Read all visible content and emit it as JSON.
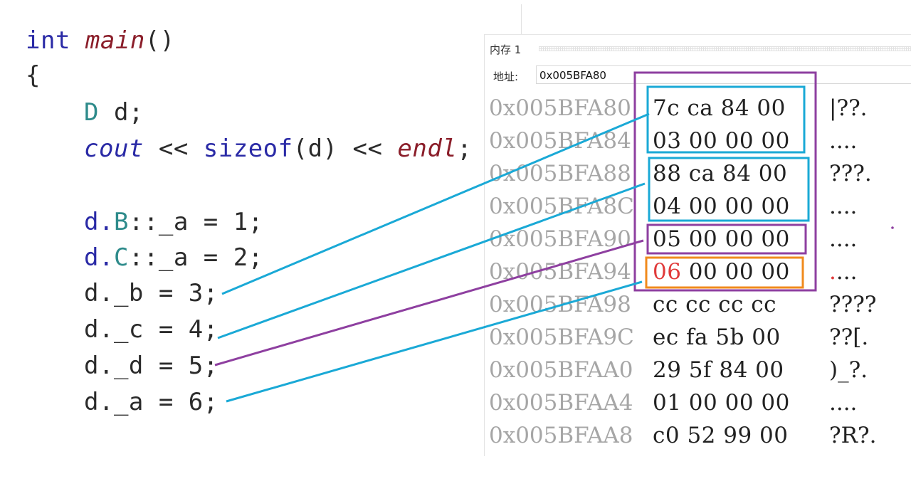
{
  "code": {
    "lines": [
      {
        "kw": "int",
        "fn": "main",
        "rest": "()"
      },
      {
        "text": "{"
      },
      {
        "type": "D",
        "rest": " d;"
      },
      {
        "obj": "cout",
        "op1": " << ",
        "kw": "sizeof",
        "mid": "(d) << ",
        "fn": "endl",
        "end": ";"
      },
      {
        "a": "d.",
        "ty": "B",
        "b": "::_a = 1;"
      },
      {
        "a": "d.",
        "ty": "C",
        "b": "::_a = 2;"
      },
      {
        "text": "d._b = 3;"
      },
      {
        "text": "d._c = 4;"
      },
      {
        "text": "d._d = 5;"
      },
      {
        "text": "d._a = 6;"
      }
    ]
  },
  "memory": {
    "title": "内存 1",
    "address_label": "地址:",
    "address_value": "0x005BFA80",
    "rows": [
      {
        "addr": "0x005BFA80",
        "bytes": "7c ca 84 00",
        "ascii": "|??."
      },
      {
        "addr": "0x005BFA84",
        "bytes": "03 00 00 00",
        "ascii": "...."
      },
      {
        "addr": "0x005BFA88",
        "bytes": "88 ca 84 00",
        "ascii": "???."
      },
      {
        "addr": "0x005BFA8C",
        "bytes": "04 00 00 00",
        "ascii": "...."
      },
      {
        "addr": "0x005BFA90",
        "bytes": "05 00 00 00",
        "ascii": "...."
      },
      {
        "addr": "0x005BFA94",
        "bytes_first": "06",
        "bytes_rest": " 00 00 00",
        "ascii_first": ".",
        "ascii_rest": "..."
      },
      {
        "addr": "0x005BFA98",
        "bytes": "cc cc cc cc",
        "ascii": "????"
      },
      {
        "addr": "0x005BFA9C",
        "bytes": "ec fa 5b 00",
        "ascii": "??[."
      },
      {
        "addr": "0x005BFAA0",
        "bytes": "29 5f 84 00",
        "ascii": ")_?."
      },
      {
        "addr": "0x005BFAA4",
        "bytes": "01 00 00 00",
        "ascii": "...."
      },
      {
        "addr": "0x005BFAA8",
        "bytes": "c0 52 99 00",
        "ascii": "?R?."
      }
    ]
  },
  "colors": {
    "cyan": "#1aa9d6",
    "purple": "#8e3fa0",
    "orange": "#f08a1c",
    "red": "#e03a3a"
  }
}
